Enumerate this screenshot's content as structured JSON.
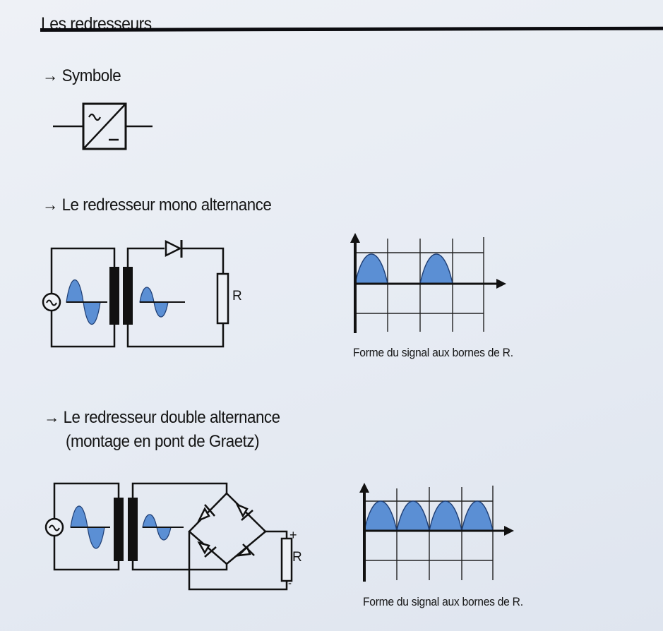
{
  "page": {
    "title": "Les redresseurs",
    "accent_fill": "#5b8fd4",
    "line_color": "#111111"
  },
  "sections": [
    {
      "id": "symbole",
      "heading": "→ Symbole",
      "symbol": {
        "top_glyph": "~",
        "bottom_glyph": "–"
      }
    },
    {
      "id": "mono",
      "heading": "→ Le redresseur mono alternance",
      "circuit": {
        "resistor_label": "R",
        "source_icon": "ac-source"
      },
      "signal_caption": "Forme du signal aux bornes de R."
    },
    {
      "id": "double",
      "heading_line1": "→ Le redresseur double alternance",
      "heading_line2": "(montage en pont de Graetz)",
      "circuit": {
        "resistor_label": "R",
        "plus_label": "+",
        "minus_label": "-",
        "source_icon": "ac-source"
      },
      "signal_caption": "Forme du signal aux bornes de R."
    }
  ],
  "chart_data": [
    {
      "type": "area",
      "title": "Forme du signal aux bornes de R. (mono alternance)",
      "x": [
        0,
        1,
        2,
        3,
        4
      ],
      "series": [
        {
          "name": "half-wave rectified",
          "description": "positive half-cycles only, zero during negative half-cycles",
          "peaks_at_x": [
            0.5,
            2.5
          ],
          "zero_intervals": [
            [
              1,
              2
            ],
            [
              3,
              4
            ]
          ]
        }
      ],
      "xlabel": "",
      "ylabel": "",
      "grid": true,
      "ylim": [
        -1,
        1
      ]
    },
    {
      "type": "area",
      "title": "Forme du signal aux bornes de R. (double alternance)",
      "x": [
        0,
        1,
        2,
        3,
        4
      ],
      "series": [
        {
          "name": "full-wave rectified",
          "description": "all half-cycles positive (|sin|)",
          "peaks_at_x": [
            0.5,
            1.5,
            2.5,
            3.5
          ]
        }
      ],
      "xlabel": "",
      "ylabel": "",
      "grid": true,
      "ylim": [
        -1,
        1
      ]
    }
  ]
}
